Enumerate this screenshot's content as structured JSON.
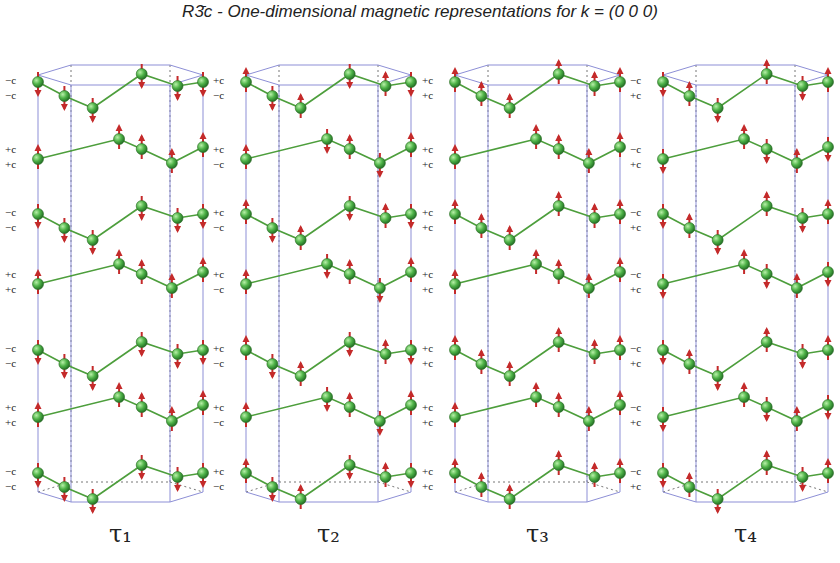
{
  "diagram": {
    "title": "R3̄c - One-dimensional magnetic representations for k = (0 0 0)",
    "labels": [
      "−c",
      "−c",
      "+c",
      "+c",
      "−c",
      "−c",
      "+c",
      "+c",
      "−c",
      "−c",
      "+c",
      "+c",
      "−c",
      "−c",
      "τ₁",
      "+c",
      "−c",
      "+c",
      "−c",
      "+c",
      "−c",
      "+c",
      "−c",
      "+c",
      "−c",
      "+c",
      "−c",
      "+c",
      "−c",
      "τ₂",
      "+c",
      "+c",
      "+c",
      "+c",
      "+c",
      "+c",
      "+c",
      "+c",
      "+c",
      "+c",
      "+c",
      "+c",
      "+c",
      "+c",
      "τ₃",
      "−c",
      "+c",
      "−c",
      "+c",
      "−c",
      "+c",
      "−c",
      "+c",
      "−c",
      "+c",
      "−c",
      "+c",
      "−c",
      "+c",
      "τ₄"
    ]
  }
}
